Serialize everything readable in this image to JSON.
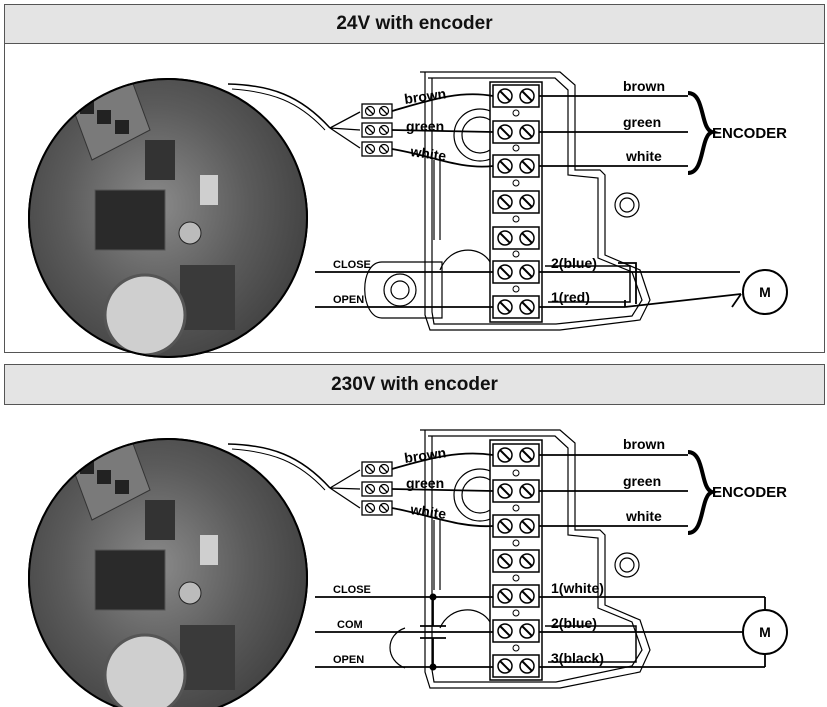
{
  "panel_24v": {
    "title": "24V with encoder",
    "wire_labels": {
      "brown": "brown",
      "green": "green",
      "white": "white"
    },
    "encoder_labels": {
      "brown": "brown",
      "green": "green",
      "white": "white"
    },
    "encoder": "ENCODER",
    "close_label": "CLOSE",
    "open_label": "OPEN",
    "terminal_2": "2(blue)",
    "terminal_1": "1(red)",
    "motor": "M"
  },
  "panel_230v": {
    "title": "230V with encoder",
    "wire_labels": {
      "brown": "brown",
      "green": "green",
      "white": "white"
    },
    "encoder_labels": {
      "brown": "brown",
      "green": "green",
      "white": "white"
    },
    "encoder": "ENCODER",
    "close_label": "CLOSE",
    "com_label": "COM",
    "open_label": "OPEN",
    "terminal_1": "1(white)",
    "terminal_2": "2(blue)",
    "terminal_3": "3(black)",
    "motor": "M"
  }
}
